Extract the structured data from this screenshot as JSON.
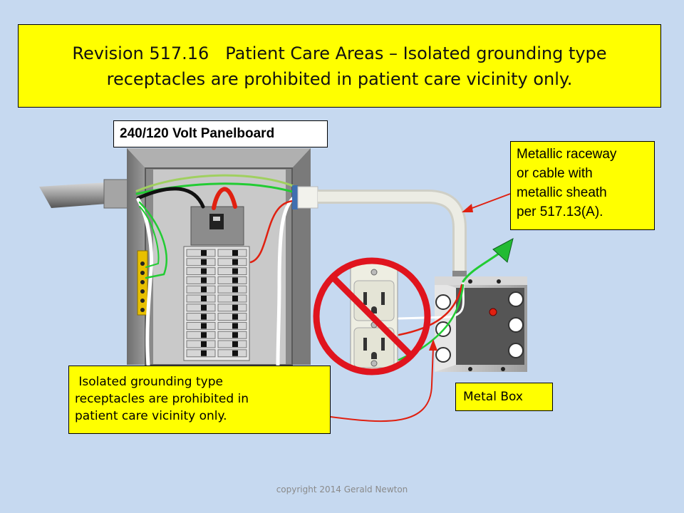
{
  "title": {
    "line1": "Revision 517.16   Patient Care Areas – Isolated grounding type",
    "line2": "receptacles are prohibited in patient care vicinity only."
  },
  "panel_label": "240/120 Volt Panelboard",
  "raceway_callout": {
    "lines": [
      "Metallic raceway",
      "or cable with",
      "metallic sheath",
      "per 517.13(A)."
    ]
  },
  "ig_callout": {
    "lines": [
      " Isolated grounding type",
      "receptacles are prohibited in",
      "patient care vicinity only."
    ]
  },
  "metal_box_label": "Metal Box",
  "copyright": "copyright 2014 Gerald Newton",
  "colors": {
    "background": "#c6d9f0",
    "callout_fill": "#ffff00",
    "prohibition_red": "#e0141e",
    "wire_red": "#e02010",
    "wire_green": "#22cc33",
    "wire_black": "#111111",
    "conduit": "#e8e8e0"
  }
}
